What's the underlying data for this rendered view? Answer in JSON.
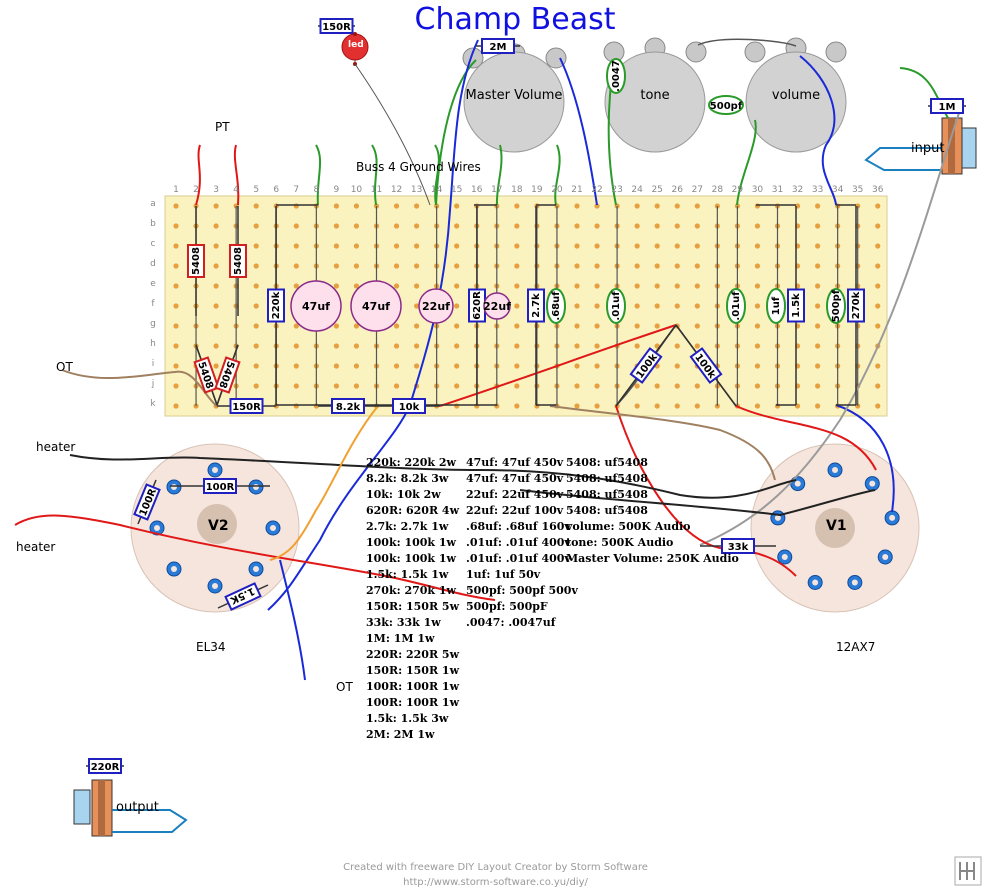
{
  "title": "Champ Beast",
  "labels": {
    "pt": "PT",
    "buss": "Buss 4 Ground Wires",
    "ot_left": "OT",
    "heater_top": "heater",
    "heater_bottom": "heater",
    "ot_bottom": "OT",
    "el34": "EL34",
    "v12ax7": "12AX7",
    "input": "input",
    "output": "output",
    "led": "led",
    "v1": "V1",
    "v2": "V2"
  },
  "pots": {
    "master": "Master Volume",
    "tone": "tone",
    "volume": "volume"
  },
  "columns": [
    "1",
    "2",
    "3",
    "4",
    "5",
    "6",
    "7",
    "8",
    "9",
    "10",
    "11",
    "12",
    "13",
    "14",
    "15",
    "16",
    "17",
    "18",
    "19",
    "20",
    "21",
    "22",
    "23",
    "24",
    "25",
    "26",
    "27",
    "28",
    "29",
    "30",
    "31",
    "32",
    "33",
    "34",
    "35",
    "36"
  ],
  "rows": [
    "a",
    "b",
    "c",
    "d",
    "e",
    "f",
    "g",
    "h",
    "i",
    "j",
    "k"
  ],
  "components": {
    "r_led": "150R",
    "r_2m": "2M",
    "c_0047": ".0047",
    "c_500pf_top": "500pf",
    "r_1m": "1M",
    "d1": "5408",
    "d2": "5408",
    "d3": "5408",
    "d4": "5408",
    "r_220k": "220k",
    "c_47uf_1": "47uf",
    "c_47uf_2": "47uf",
    "c_22uf_1": "22uf",
    "r_620r": "620R",
    "c_22uf_2": "22uf",
    "r_27k": "2.7k",
    "c_68uf": ".68uf",
    "c_01uf_1": ".01uf",
    "c_01uf_2": ".01uf",
    "c_1uf": "1uf",
    "r_15k": "1.5k",
    "c_500pf": "500pf",
    "r_270k": "270k",
    "r_100k_1": "100k",
    "r_100k_2": "100k",
    "r_150r": "150R",
    "r_82k": "8.2k",
    "r_10k": "10k",
    "r_100r_a": "100R",
    "r_100r_b": "100R",
    "r_15k_b": "1.5K",
    "r_33k": "33k",
    "r_220r": "220R"
  },
  "legend_col1": [
    "220k: 220k 2w",
    "8.2k: 8.2k 3w",
    "10k: 10k 2w",
    "620R: 620R 4w",
    "2.7k: 2.7k 1w",
    "100k: 100k 1w",
    "100k: 100k 1w",
    "1.5k: 1.5k 1w",
    "270k: 270k 1w",
    "150R: 150R 5w",
    "33k: 33k 1w",
    "1M: 1M 1w",
    "220R: 220R 5w",
    "150R: 150R 1w",
    "100R: 100R 1w",
    "100R: 100R 1w",
    "1.5k: 1.5k 3w",
    "2M: 2M 1w"
  ],
  "legend_col2": [
    "47uf: 47uf 450v",
    "47uf: 47uf 450v",
    "22uf: 22uf 450v",
    "22uf: 22uf 100v",
    ".68uf: .68uf 160v",
    ".01uf: .01uf 400v",
    ".01uf: .01uf 400v",
    "1uf: 1uf 50v",
    "500pf: 500pf 500v",
    "500pf: 500pF",
    ".0047: .0047uf"
  ],
  "legend_col3": [
    "5408: uf5408",
    "5408: uf5408",
    "5408: uf5408",
    "5408: uf5408",
    "volume: 500K Audio",
    "tone: 500K Audio",
    "Master Volume: 250K Audio"
  ],
  "footer": {
    "line1": "Created with freeware DIY Layout Creator by Storm Software",
    "line2": "http://www.storm-software.co.yu/diy/"
  },
  "colors": {
    "board": "#fbf3bf",
    "title": "#1010e0",
    "wire_red": "#e01818",
    "wire_green": "#2a9a2a",
    "wire_blue": "#1a2ad8",
    "wire_gray": "#9a9a9a",
    "wire_black": "#222222",
    "wire_orange": "#f0a030",
    "wire_brown": "#a08060",
    "resistor": "#2020c0",
    "diode": "#d02020",
    "tube_socket": "#f5e5dc"
  }
}
